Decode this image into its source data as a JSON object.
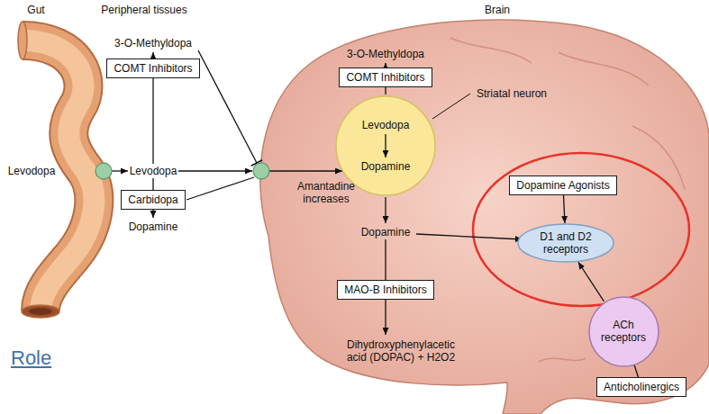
{
  "diagram": {
    "nodes": [
      {
        "text": [
          "COMT Inhibitors"
        ]
      },
      {
        "text": [
          "COMT Inhibitors"
        ]
      },
      {
        "text": [
          "Levodopa",
          "Dopamine"
        ]
      },
      {
        "text": [
          "Carbidopa"
        ]
      },
      {
        "text": [
          "Dopamine Agonists"
        ]
      },
      {
        "text": [
          "D1 and D2 receptors"
        ]
      },
      {
        "text": [
          "MAO-B Inhibitors"
        ]
      },
      {
        "text": [
          "ACh receptors"
        ]
      },
      {
        "text": [
          "Anticholinergics"
        ]
      }
    ],
    "edges": [
      {
        "from": 4,
        "to": 5,
        "arrow": "to"
      },
      {
        "from": 7,
        "to": 5,
        "arrow": "to"
      },
      {
        "from": 8,
        "to": 7,
        "arrow": "none"
      }
    ],
    "labels": [
      "Gut",
      "Peripheral tissues",
      "Brain",
      "3-O-Methyldopa",
      "3-O-Methyldopa",
      "Striatal neuron",
      "Levodopa",
      "Levodopa",
      "Dopamine",
      "Amantadine increases",
      "Dopamine",
      "Dihydroxyphenylacetic acid (DOPAC) + H2O2",
      "Role"
    ]
  }
}
